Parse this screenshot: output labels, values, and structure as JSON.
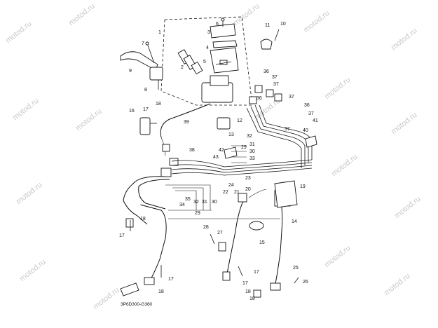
{
  "watermark": "motod.ru",
  "diagram_code": "3P6D300-G360",
  "callouts": [
    "1",
    "2",
    "3",
    "4",
    "5",
    "6",
    "7",
    "8",
    "9",
    "10",
    "11",
    "12",
    "13",
    "14",
    "15",
    "16",
    "17",
    "18",
    "19",
    "20",
    "21",
    "22",
    "23",
    "24",
    "25",
    "26",
    "27",
    "28",
    "29",
    "30",
    "31",
    "32",
    "33",
    "34",
    "35",
    "36",
    "37",
    "38",
    "39",
    "40",
    "41",
    "42",
    "43"
  ]
}
